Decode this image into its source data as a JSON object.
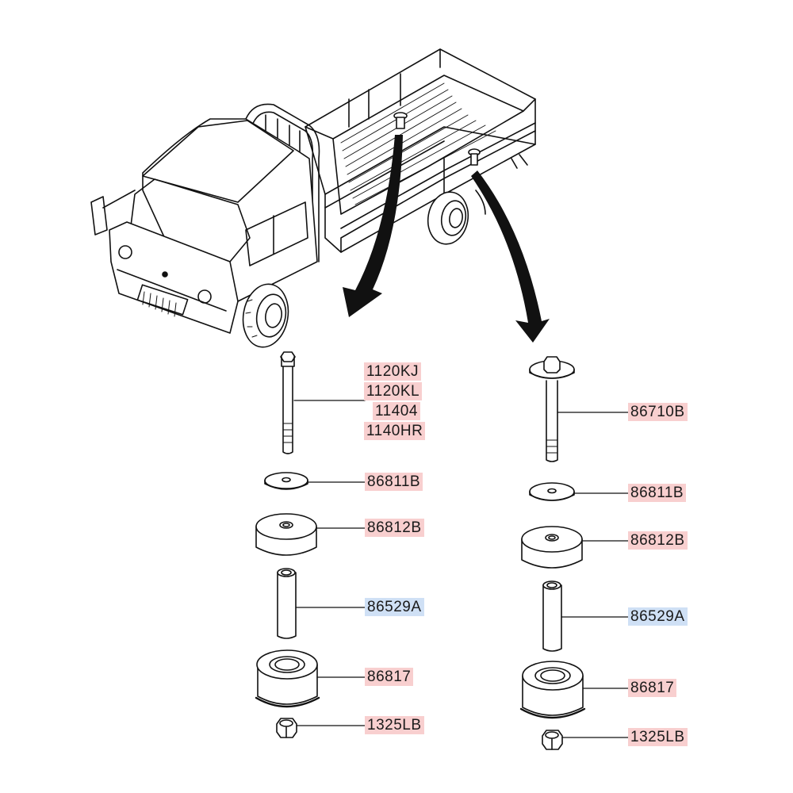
{
  "diagram": {
    "title_illustration": "truck-cargo-bed-mounting",
    "colors": {
      "label_red_bg": "#f8cfcf",
      "label_blue_bg": "#cfe0f5",
      "line": "#111111"
    },
    "left_assembly": {
      "bolt_labels": [
        "1120KJ",
        "1120KL",
        "11404",
        "1140HR"
      ],
      "washer_label": "86811B",
      "upper_cushion_label": "86812B",
      "sleeve_label": "86529A",
      "lower_cushion_label": "86817",
      "nut_label": "1325LB"
    },
    "right_assembly": {
      "bolt_label": "86710B",
      "washer_label": "86811B",
      "upper_cushion_label": "86812B",
      "sleeve_label": "86529A",
      "lower_cushion_label": "86817",
      "nut_label": "1325LB"
    },
    "label_status": {
      "left_bolt_1": "red",
      "left_bolt_2": "red",
      "left_bolt_3": "red",
      "left_bolt_4": "red",
      "left_washer": "red",
      "left_upper_cushion": "red",
      "left_sleeve": "blue",
      "left_lower_cushion": "red",
      "left_nut": "red",
      "right_bolt": "red",
      "right_washer": "red",
      "right_upper_cushion": "red",
      "right_sleeve": "blue",
      "right_lower_cushion": "red",
      "right_nut": "red"
    }
  }
}
